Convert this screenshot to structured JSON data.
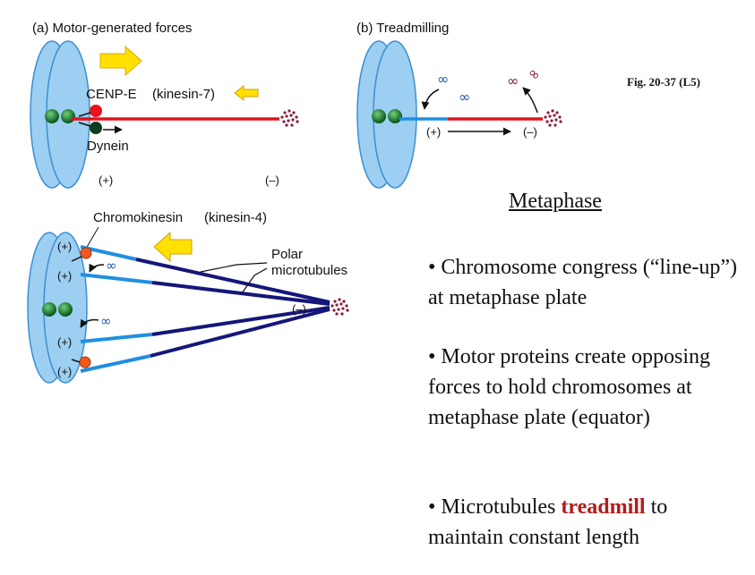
{
  "diagram": {
    "panel_a_label": "(a)  Motor-generated forces",
    "panel_b_label": "(b)  Treadmilling",
    "fig_ref": "Fig. 20-37 (L5)",
    "cenpe": "CENP-E",
    "kinesin7": "(kinesin-7)",
    "dynein": "Dynein",
    "plus": "(+)",
    "minus": "(–)",
    "chromokinesin": "Chromokinesin",
    "kinesin4": "(kinesin-4)",
    "polar_line1": "Polar",
    "polar_line2": "microtubules",
    "tubulin": "∞",
    "colors": {
      "chromosome": "#9ccff2",
      "chromosome_edge": "#3d8fd0",
      "kinetochore": "#1a7a2c",
      "microtubule_red": "#e0141e",
      "microtubule_blue": "#1f8fe0",
      "microtubule_navy": "#15167a",
      "motor_red": "#e8141c",
      "motor_orange": "#f05a1e",
      "dynein": "#0f3d1c",
      "arrow_yellow": "#ffe000",
      "centrosome": "#8a1a3c"
    }
  },
  "slide": {
    "title": "Metaphase",
    "bullet1": "• Chromosome congress (“line-up”) at metaphase plate",
    "bullet2": "• Motor proteins create opposing forces to hold chromosomes at metaphase plate (equator)",
    "bullet3_pre": "• Microtubules ",
    "bullet3_hl": "treadmill",
    "bullet3_post": " to maintain constant length"
  }
}
